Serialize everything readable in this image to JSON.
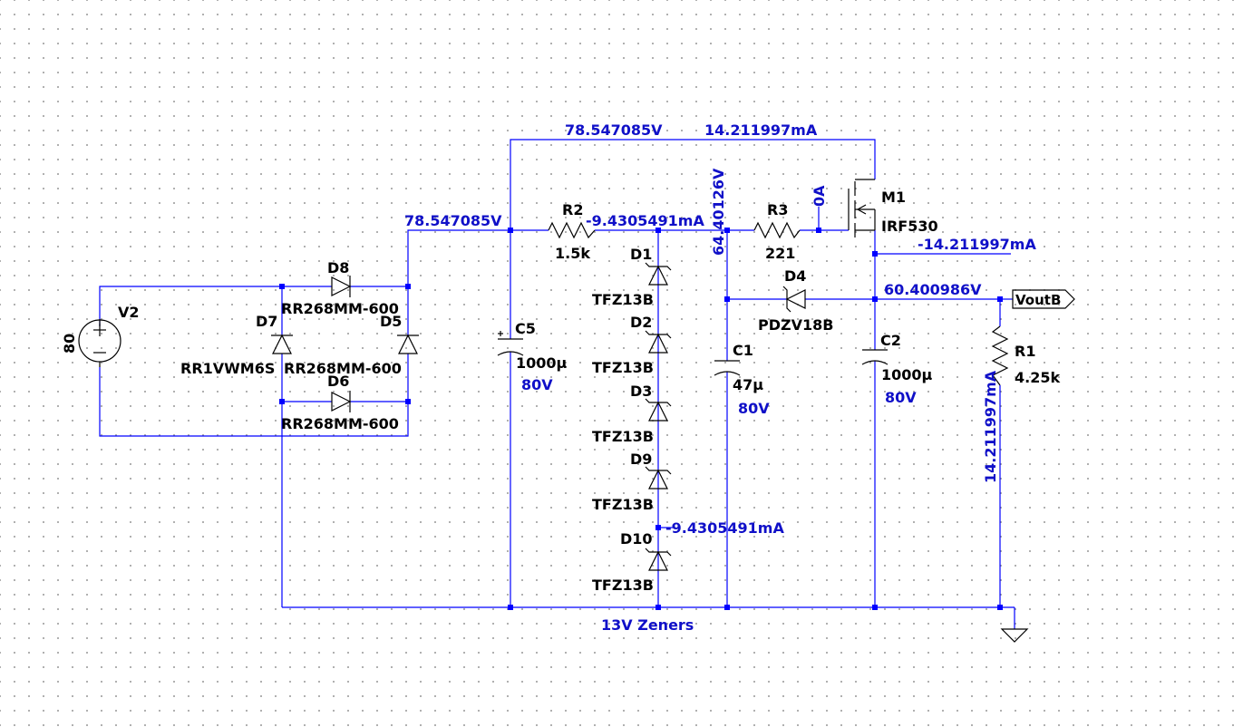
{
  "source": {
    "name": "V2",
    "value": "80"
  },
  "bridge": {
    "d8": {
      "name": "D8",
      "part": "RR268MM-600"
    },
    "d7": {
      "name": "D7",
      "part": "RR1VWM6S"
    },
    "d5": {
      "name": "D5",
      "part": "RR268MM-600"
    },
    "d6": {
      "name": "D6",
      "part": "RR268MM-600"
    }
  },
  "c5": {
    "name": "C5",
    "value": "1000µ",
    "rating": "80V"
  },
  "r2": {
    "name": "R2",
    "value": "1.5k"
  },
  "r3": {
    "name": "R3",
    "value": "221"
  },
  "zeners": [
    {
      "name": "D1",
      "part": "TFZ13B"
    },
    {
      "name": "D2",
      "part": "TFZ13B"
    },
    {
      "name": "D3",
      "part": "TFZ13B"
    },
    {
      "name": "D9",
      "part": "TFZ13B"
    },
    {
      "name": "D10",
      "part": "TFZ13B"
    }
  ],
  "zener_note": "13V Zeners",
  "c1": {
    "name": "C1",
    "value": "47µ",
    "rating": "80V"
  },
  "d4": {
    "name": "D4",
    "part": "PDZV18B"
  },
  "m1": {
    "name": "M1",
    "part": "IRF530"
  },
  "c2": {
    "name": "C2",
    "value": "1000µ",
    "rating": "80V"
  },
  "r1": {
    "name": "R1",
    "value": "4.25k"
  },
  "output_label": "VoutB",
  "annotations": {
    "top_wire_v": "78.547085V",
    "top_wire_i": "14.211997mA",
    "rect_out_v": "78.547085V",
    "r2_current": "-9.4305491mA",
    "gate_node_v": "64.40126V",
    "gate_current": "0A",
    "source_current": "-14.211997mA",
    "out_v": "60.400986V",
    "zener_current": "-9.4305491mA",
    "r1_current": "14.211997mA"
  }
}
